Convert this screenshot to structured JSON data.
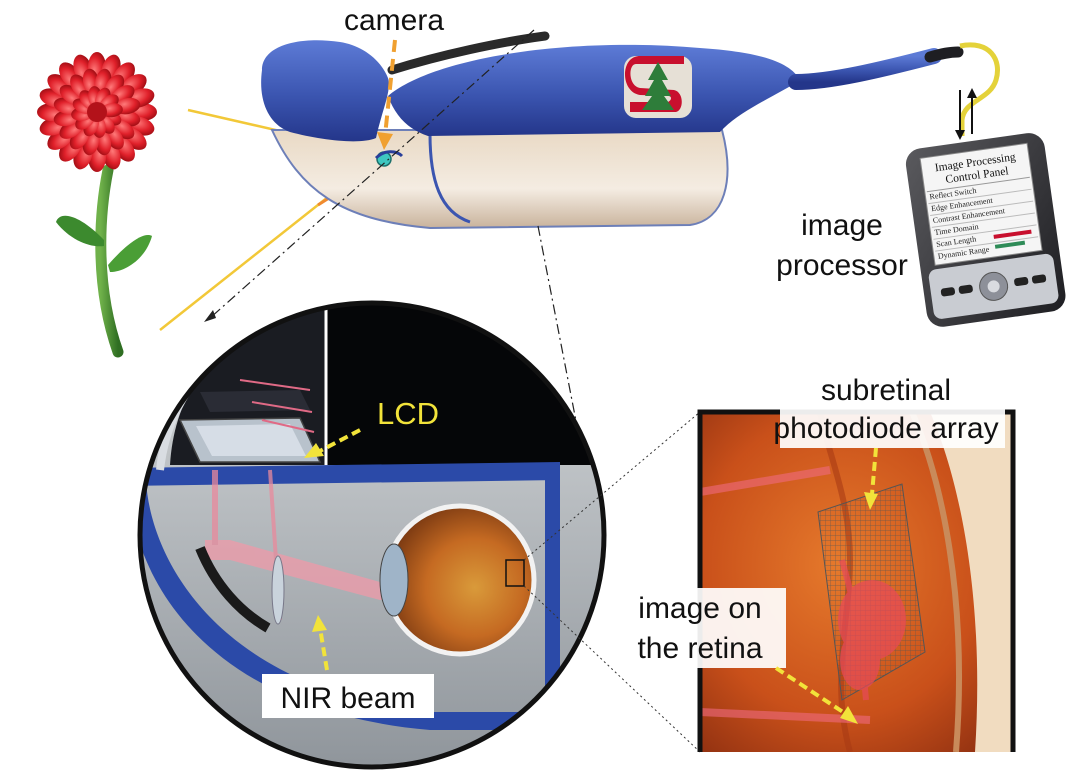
{
  "labels": {
    "camera": "camera",
    "lcd": "LCD",
    "image_processor_line1": "image",
    "image_processor_line2": "processor",
    "photodiode_line1": "subretinal",
    "photodiode_line2": "photodiode array",
    "retina_line1": "image on",
    "retina_line2": "the retina",
    "nir_beam": "NIR beam"
  },
  "control_panel": {
    "title_line1": "Image Processing",
    "title_line2": "Control Panel",
    "items": [
      "Reflect Switch",
      "Edge Enhancement",
      "Contrast Enhancement",
      "Time Domain",
      "Scan Length",
      "Dynamic Range"
    ]
  },
  "colors": {
    "goggles_blue": "#3b55b0",
    "flower_red": "#e0202a",
    "stem_green": "#3c8a2e",
    "camera_arrow_orange": "#f0a030",
    "callout_yellow": "#f2e33a",
    "retina_orange": "#d0531c",
    "beam_pink": "#e06a86"
  }
}
